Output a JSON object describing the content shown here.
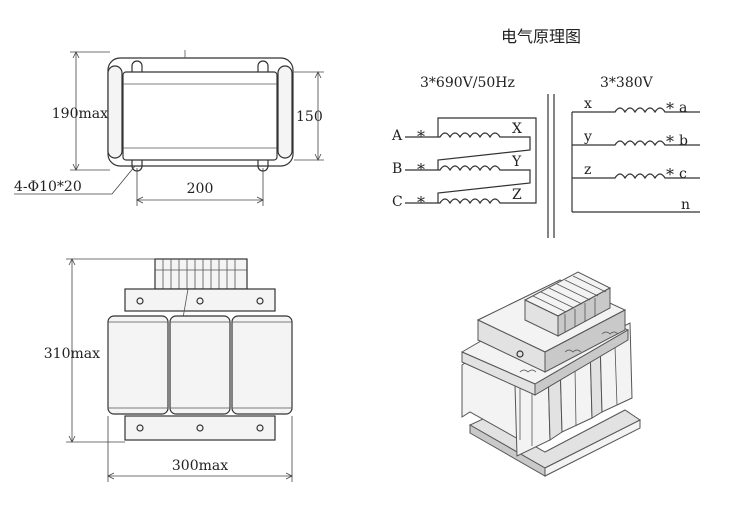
{
  "top_view": {
    "height_label": "190max",
    "inner_height_label": "150",
    "width_label": "200",
    "hole_label": "4-Φ10*20"
  },
  "schematic": {
    "title": "电气原理图",
    "primary_label": "3*690V/50Hz",
    "secondary_label": "3*380V",
    "primary_inputs": [
      "A",
      "B",
      "C"
    ],
    "primary_ends": [
      "X",
      "Y",
      "Z"
    ],
    "secondary_starts": [
      "x",
      "y",
      "z"
    ],
    "secondary_outputs": [
      "a",
      "b",
      "c"
    ],
    "neutral": "n",
    "polarity_mark": "*"
  },
  "front_view": {
    "height_label": "310max",
    "width_label": "300max"
  }
}
